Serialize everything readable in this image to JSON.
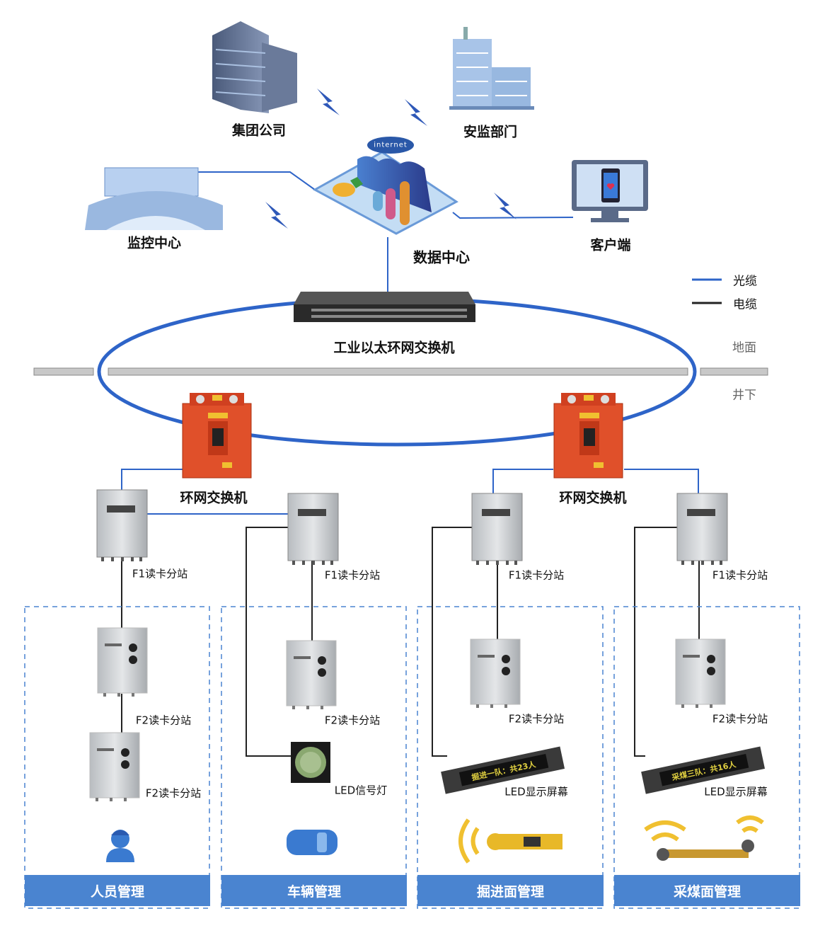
{
  "nodes": {
    "group_company": "集团公司",
    "safety_dept": "安监部门",
    "monitor_center": "监控中心",
    "data_center": "数据中心",
    "internet": "internet",
    "client": "客户端",
    "core_switch": "工业以太环网交换机",
    "ring_switch_left": "环网交换机",
    "ring_switch_right": "环网交换机"
  },
  "legend": {
    "fiber": {
      "label": "光缆",
      "color": "#2e64c8"
    },
    "cable": {
      "label": "电缆",
      "color": "#222222"
    }
  },
  "zones": {
    "ground": "地面",
    "underground": "井下"
  },
  "substations": {
    "f1": [
      "F1读卡分站",
      "F1读卡分站",
      "F1读卡分站",
      "F1读卡分站"
    ],
    "f2": [
      "F2读卡分站",
      "F2读卡分站",
      "F2读卡分站",
      "F2读卡分站",
      "F2读卡分站"
    ]
  },
  "devices": {
    "signal_light": "LED信号灯",
    "led_screen_1": {
      "label": "LED显示屏幕",
      "text": "掘进一队：共23人"
    },
    "led_screen_2": {
      "label": "LED显示屏幕",
      "text": "采煤三队：共16人"
    }
  },
  "categories": [
    "人员管理",
    "车辆管理",
    "掘进面管理",
    "采煤面管理"
  ],
  "colors": {
    "accent": "#4a84d0",
    "ring": "#2e64c8",
    "switch_orange": "#e0502a",
    "icon_yellow": "#f0c030"
  }
}
